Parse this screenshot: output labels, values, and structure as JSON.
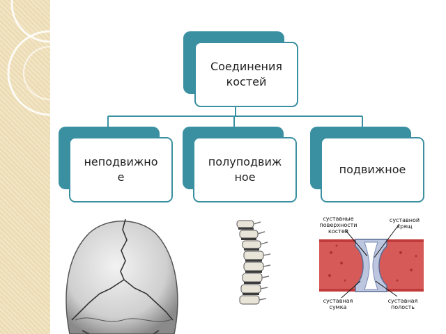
{
  "diagram": {
    "root": {
      "label": "Соединения костей"
    },
    "children": [
      {
        "line1": "неподвижно",
        "line2": "е"
      },
      {
        "line1": "полуподвиж",
        "line2": "ное"
      },
      {
        "line1": "подвижное",
        "line2": ""
      }
    ]
  },
  "joint_labels": {
    "articular_surfaces": "суставные поверхности костей",
    "articular_cartilage": "суставной хрящ",
    "articular_capsule": "суставная сумка",
    "articular_cavity": "суставная полость"
  },
  "colors": {
    "accent": "#3a8fa1",
    "bone_red": "#c23b3b"
  }
}
